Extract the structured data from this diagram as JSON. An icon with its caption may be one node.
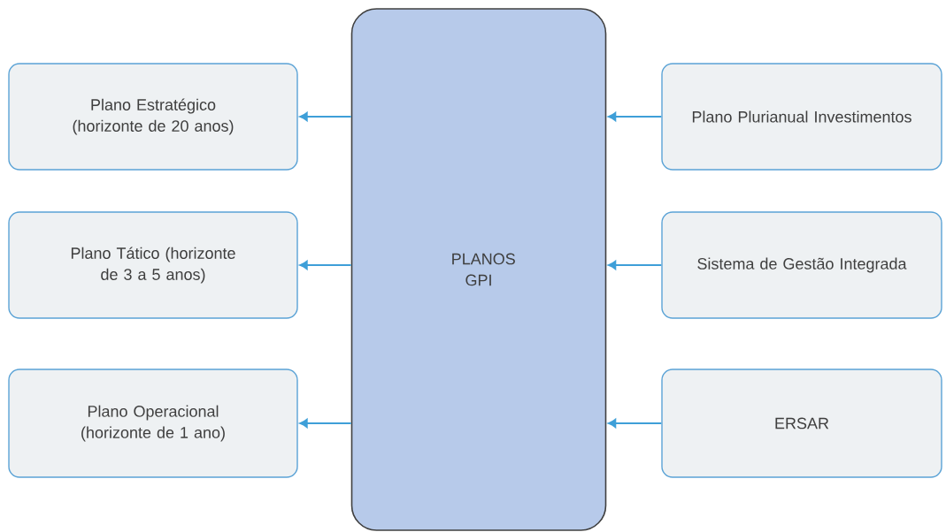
{
  "diagram": {
    "nodes": [
      {
        "text": [
          "PLANOS GPI"
        ]
      },
      {
        "text": [
          "Plano Estratégico (horizonte de 20 anos)"
        ]
      },
      {
        "text": [
          "Plano Tático (horizonte de 3 a 5 anos)"
        ]
      },
      {
        "text": [
          "Plano Operacional (horizonte de 1 ano)"
        ]
      },
      {
        "text": [
          "Plano Plurianual Investimentos"
        ]
      },
      {
        "text": [
          "Sistema de Gestão Integrada"
        ]
      },
      {
        "text": [
          "ERSAR"
        ]
      }
    ],
    "edges": [
      {
        "from": 0,
        "to": 1,
        "arrow": "to"
      },
      {
        "from": 0,
        "to": 2,
        "arrow": "to"
      },
      {
        "from": 0,
        "to": 3,
        "arrow": "to"
      },
      {
        "from": 4,
        "to": 0,
        "arrow": "to"
      },
      {
        "from": 5,
        "to": 0,
        "arrow": "to"
      },
      {
        "from": 6,
        "to": 0,
        "arrow": "to"
      }
    ]
  }
}
